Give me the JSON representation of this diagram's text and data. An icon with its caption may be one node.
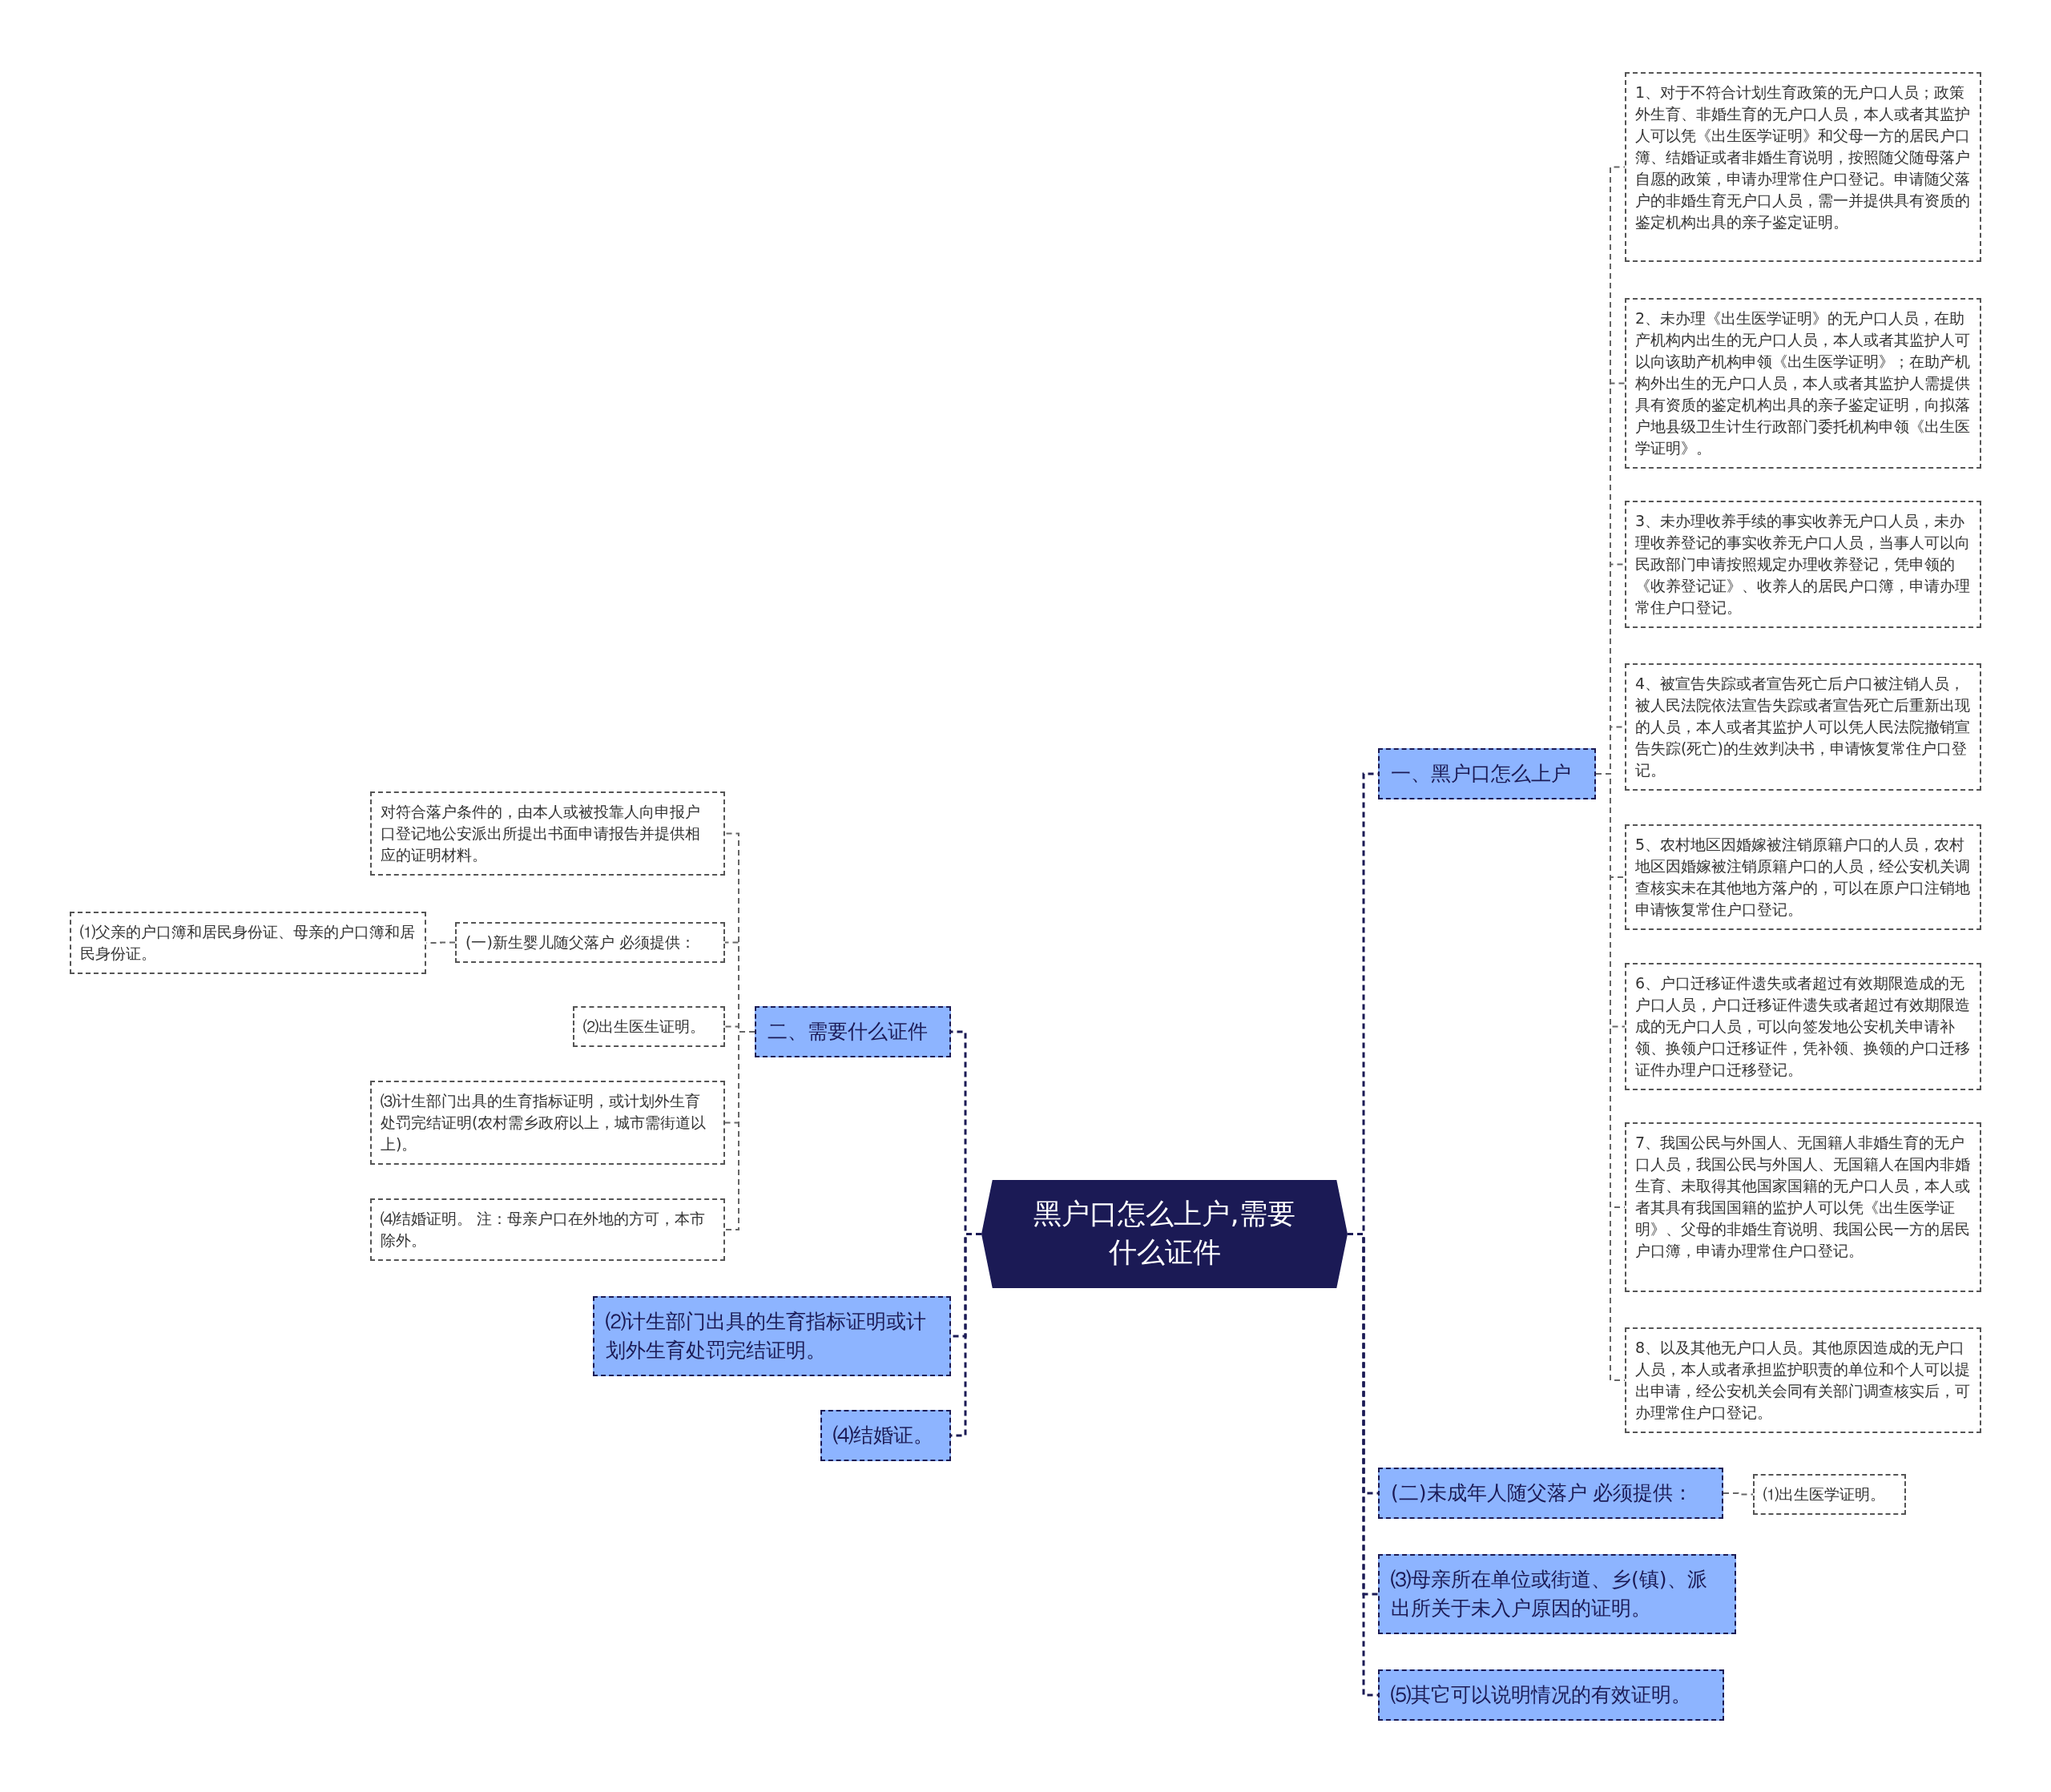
{
  "diagram": {
    "nodes": [
      {
        "text": [
          "黑户口怎么上户,需要什么证件"
        ]
      },
      {
        "text": [
          "一、黑户口怎么上户"
        ]
      },
      {
        "text": [
          "1、对于不符合计划生育政策的无户口人员；政策外生育、非婚生育的无户口人员，本人或者其监护人可以凭《出生医学证明》和父母一方的居民户口簿、结婚证或者非婚生育说明，按照随父随母落户自愿的政策，申请办理常住户口登记。申请随父落户的非婚生育无户口人员，需一并提供具有资质的鉴定机构出具的亲子鉴定证明。"
        ]
      },
      {
        "text": [
          "2、未办理《出生医学证明》的无户口人员，在助产机构内出生的无户口人员，本人或者其监护人可以向该助产机构申领《出生医学证明》；在助产机构外出生的无户口人员，本人或者其监护人需提供具有资质的鉴定机构出具的亲子鉴定证明，向拟落户地县级卫生计生行政部门委托机构申领《出生医学证明》。"
        ]
      },
      {
        "text": [
          "3、未办理收养手续的事实收养无户口人员，未办理收养登记的事实收养无户口人员，当事人可以向民政部门申请按照规定办理收养登记，凭申领的《收养登记证》、收养人的居民户口簿，申请办理常住户口登记。"
        ]
      },
      {
        "text": [
          "4、被宣告失踪或者宣告死亡后户口被注销人员，被人民法院依法宣告失踪或者宣告死亡后重新出现的人员，本人或者其监护人可以凭人民法院撤销宣告失踪(死亡)的生效判决书，申请恢复常住户口登记。"
        ]
      },
      {
        "text": [
          "5、农村地区因婚嫁被注销原籍户口的人员，农村地区因婚嫁被注销原籍户口的人员，经公安机关调查核实未在其他地方落户的，可以在原户口注销地申请恢复常住户口登记。"
        ]
      },
      {
        "text": [
          "6、户口迁移证件遗失或者超过有效期限造成的无户口人员，户口迁移证件遗失或者超过有效期限造成的无户口人员，可以向签发地公安机关申请补领、换领户口迁移证件，凭补领、换领的户口迁移证件办理户口迁移登记。"
        ]
      },
      {
        "text": [
          "7、我国公民与外国人、无国籍人非婚生育的无户口人员，我国公民与外国人、无国籍人在国内非婚生育、未取得其他国家国籍的无户口人员，本人或者其具有我国国籍的监护人可以凭《出生医学证明》、父母的非婚生育说明、我国公民一方的居民户口簿，申请办理常住户口登记。"
        ]
      },
      {
        "text": [
          "8、以及其他无户口人员。其他原因造成的无户口人员，本人或者承担监护职责的单位和个人可以提出申请，经公安机关会同有关部门调查核实后，可办理常住户口登记。"
        ]
      },
      {
        "text": [
          "(二)未成年人随父落户 必须提供："
        ]
      },
      {
        "text": [
          "⑴出生医学证明。"
        ]
      },
      {
        "text": [
          "⑶母亲所在单位或街道、乡(镇)、派出所关于未入户原因的证明。"
        ]
      },
      {
        "text": [
          "⑸其它可以说明情况的有效证明。"
        ]
      },
      {
        "text": [
          "二、需要什么证件"
        ]
      },
      {
        "text": [
          "对符合落户条件的，由本人或被投靠人向申报户口登记地公安派出所提出书面申请报告并提供相应的证明材料。"
        ]
      },
      {
        "text": [
          "(一)新生婴儿随父落户 必须提供："
        ]
      },
      {
        "text": [
          "⑴父亲的户口簿和居民身份证、母亲的户口簿和居民身份证。"
        ]
      },
      {
        "text": [
          "⑵出生医生证明。"
        ]
      },
      {
        "text": [
          "⑶计生部门出具的生育指标证明，或计划外生育处罚完结证明(农村需乡政府以上，城市需街道以上)。"
        ]
      },
      {
        "text": [
          "⑷结婚证明。 注：母亲户口在外地的方可，本市除外。"
        ]
      },
      {
        "text": [
          "⑵计生部门出具的生育指标证明或计划外生育处罚完结证明。"
        ]
      },
      {
        "text": [
          "⑷结婚证。"
        ]
      }
    ],
    "edges": [
      {
        "from": 0,
        "to": 1,
        "arrow": "none",
        "style": "dashed",
        "color": "#1b1a55"
      },
      {
        "from": 1,
        "to": 2,
        "arrow": "none",
        "style": "dashed"
      },
      {
        "from": 1,
        "to": 3,
        "arrow": "none",
        "style": "dashed"
      },
      {
        "from": 1,
        "to": 4,
        "arrow": "none",
        "style": "dashed"
      },
      {
        "from": 1,
        "to": 5,
        "arrow": "none",
        "style": "dashed"
      },
      {
        "from": 1,
        "to": 6,
        "arrow": "none",
        "style": "dashed"
      },
      {
        "from": 1,
        "to": 7,
        "arrow": "none",
        "style": "dashed"
      },
      {
        "from": 1,
        "to": 8,
        "arrow": "none",
        "style": "dashed"
      },
      {
        "from": 1,
        "to": 9,
        "arrow": "none",
        "style": "dashed"
      },
      {
        "from": 0,
        "to": 10,
        "arrow": "none",
        "style": "dashed",
        "color": "#1b1a55"
      },
      {
        "from": 10,
        "to": 11,
        "arrow": "none",
        "style": "dashed"
      },
      {
        "from": 0,
        "to": 12,
        "arrow": "none",
        "style": "dashed",
        "color": "#1b1a55"
      },
      {
        "from": 0,
        "to": 13,
        "arrow": "none",
        "style": "dashed",
        "color": "#1b1a55"
      },
      {
        "from": 0,
        "to": 14,
        "arrow": "none",
        "style": "dashed",
        "color": "#1b1a55"
      },
      {
        "from": 14,
        "to": 15,
        "arrow": "none",
        "style": "dashed"
      },
      {
        "from": 14,
        "to": 16,
        "arrow": "none",
        "style": "dashed"
      },
      {
        "from": 16,
        "to": 17,
        "arrow": "none",
        "style": "dashed"
      },
      {
        "from": 14,
        "to": 18,
        "arrow": "none",
        "style": "dashed"
      },
      {
        "from": 14,
        "to": 19,
        "arrow": "none",
        "style": "dashed"
      },
      {
        "from": 14,
        "to": 20,
        "arrow": "none",
        "style": "dashed"
      },
      {
        "from": 0,
        "to": 21,
        "arrow": "none",
        "style": "dashed",
        "color": "#1b1a55"
      },
      {
        "from": 0,
        "to": 22,
        "arrow": "none",
        "style": "dashed",
        "color": "#1b1a55"
      }
    ]
  }
}
